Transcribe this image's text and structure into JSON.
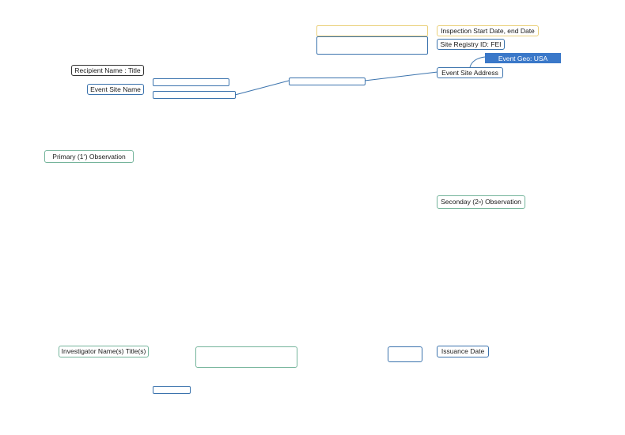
{
  "labels": {
    "inspection_dates": "Inspection Start Date, end Date",
    "site_registry": "Site Registry ID: FEI",
    "event_geo": "Event Geo: USA",
    "event_site_address": "Event Site Address",
    "recipient_name_title": "Recipient Name : Title",
    "event_site_name": "Event Site Name",
    "primary_prefix": "Primary (1",
    "primary_sup": "°",
    "primary_suffix": ") Observation",
    "secondary_prefix": "Seconday (2",
    "secondary_sup": "o",
    "secondary_suffix": ") Observation",
    "investigator_names": "Investigator Name(s) Title(s)",
    "issuance_date": "Issuance Date"
  },
  "colors": {
    "blue_border": "#3b73ad",
    "gold_border": "#ead07a",
    "green_border": "#74b49b",
    "black_border": "#333333",
    "geo_fill": "#3a78c9",
    "connector": "#3b73ad"
  }
}
